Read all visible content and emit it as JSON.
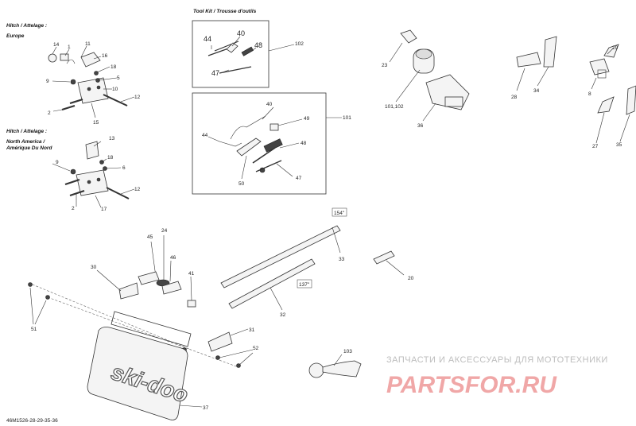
{
  "headers": {
    "hitch_europe_1": "Hitch / Attelage :",
    "hitch_europe_2": "Europe",
    "hitch_na_1": "Hitch / Attelage :",
    "hitch_na_2": "North America /",
    "hitch_na_3": "Amérique Du Nord",
    "tool_kit": "Tool Kit / Trousse d'outils"
  },
  "callouts": {
    "c14": "14",
    "c1": "1",
    "c11": "11",
    "c16": "16",
    "c18a": "18",
    "c9a": "9",
    "c5": "5",
    "c10": "10",
    "c12a": "12",
    "c2a": "2",
    "c15": "15",
    "c13": "13",
    "c18b": "18",
    "c9b": "9",
    "c6": "6",
    "c12b": "12",
    "c2b": "2",
    "c17": "17",
    "k44a": "44",
    "k40a": "40",
    "k48a": "48",
    "k47a": "47",
    "k102": "102",
    "k40b": "40",
    "k49": "49",
    "k44b": "44",
    "k48b": "48",
    "k50": "50",
    "k47b": "47",
    "k101": "101",
    "c23": "23",
    "c101102": "101,102",
    "c36": "36",
    "c28": "28",
    "c34": "34",
    "c29": "29",
    "c8": "8",
    "c27": "27",
    "c35": "35",
    "c154": "154\"",
    "c33": "33",
    "c137": "137\"",
    "c32": "32",
    "c20": "20",
    "c45": "45",
    "c24": "24",
    "c46": "46",
    "c30": "30",
    "c41": "41",
    "c51": "51",
    "c31": "31",
    "c52": "52",
    "c37": "37",
    "c103": "103"
  },
  "brand_text": "ski-doo",
  "watermark": {
    "line1": "ЗАПЧАСТИ И АКСЕССУАРЫ ДЛЯ МОТОТЕХНИКИ",
    "line2": "PARTSFOR.RU"
  },
  "footer_code": "46M1526-28-29-35-36"
}
